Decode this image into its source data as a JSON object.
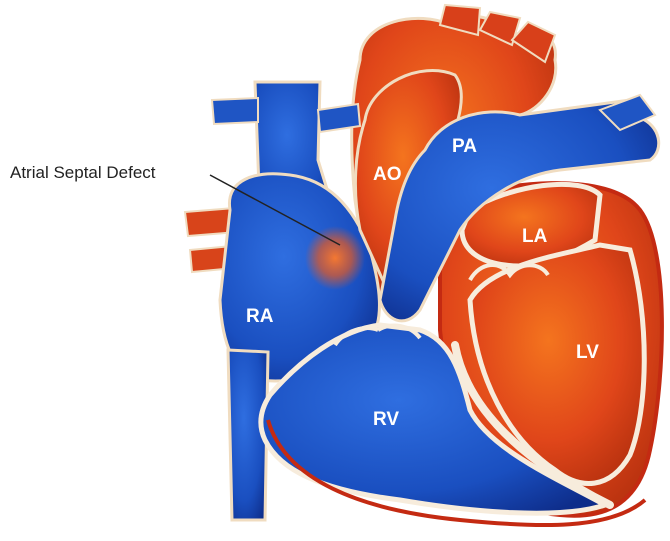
{
  "diagram": {
    "annotation": "Atrial Septal Defect",
    "labels": {
      "aorta": "AO",
      "pulmonary_artery": "PA",
      "left_atrium": "LA",
      "right_atrium": "RA",
      "left_ventricle": "LV",
      "right_ventricle": "RV"
    }
  },
  "colors": {
    "oxygenated": "#e04a1c",
    "oxygenated_dark": "#b8320f",
    "deoxygenated": "#1f55c4",
    "deoxygenated_dark": "#0f2f8f",
    "outline": "#f0dcc0",
    "septum": "#f7ecdc",
    "muscle_line": "#c42a12"
  }
}
